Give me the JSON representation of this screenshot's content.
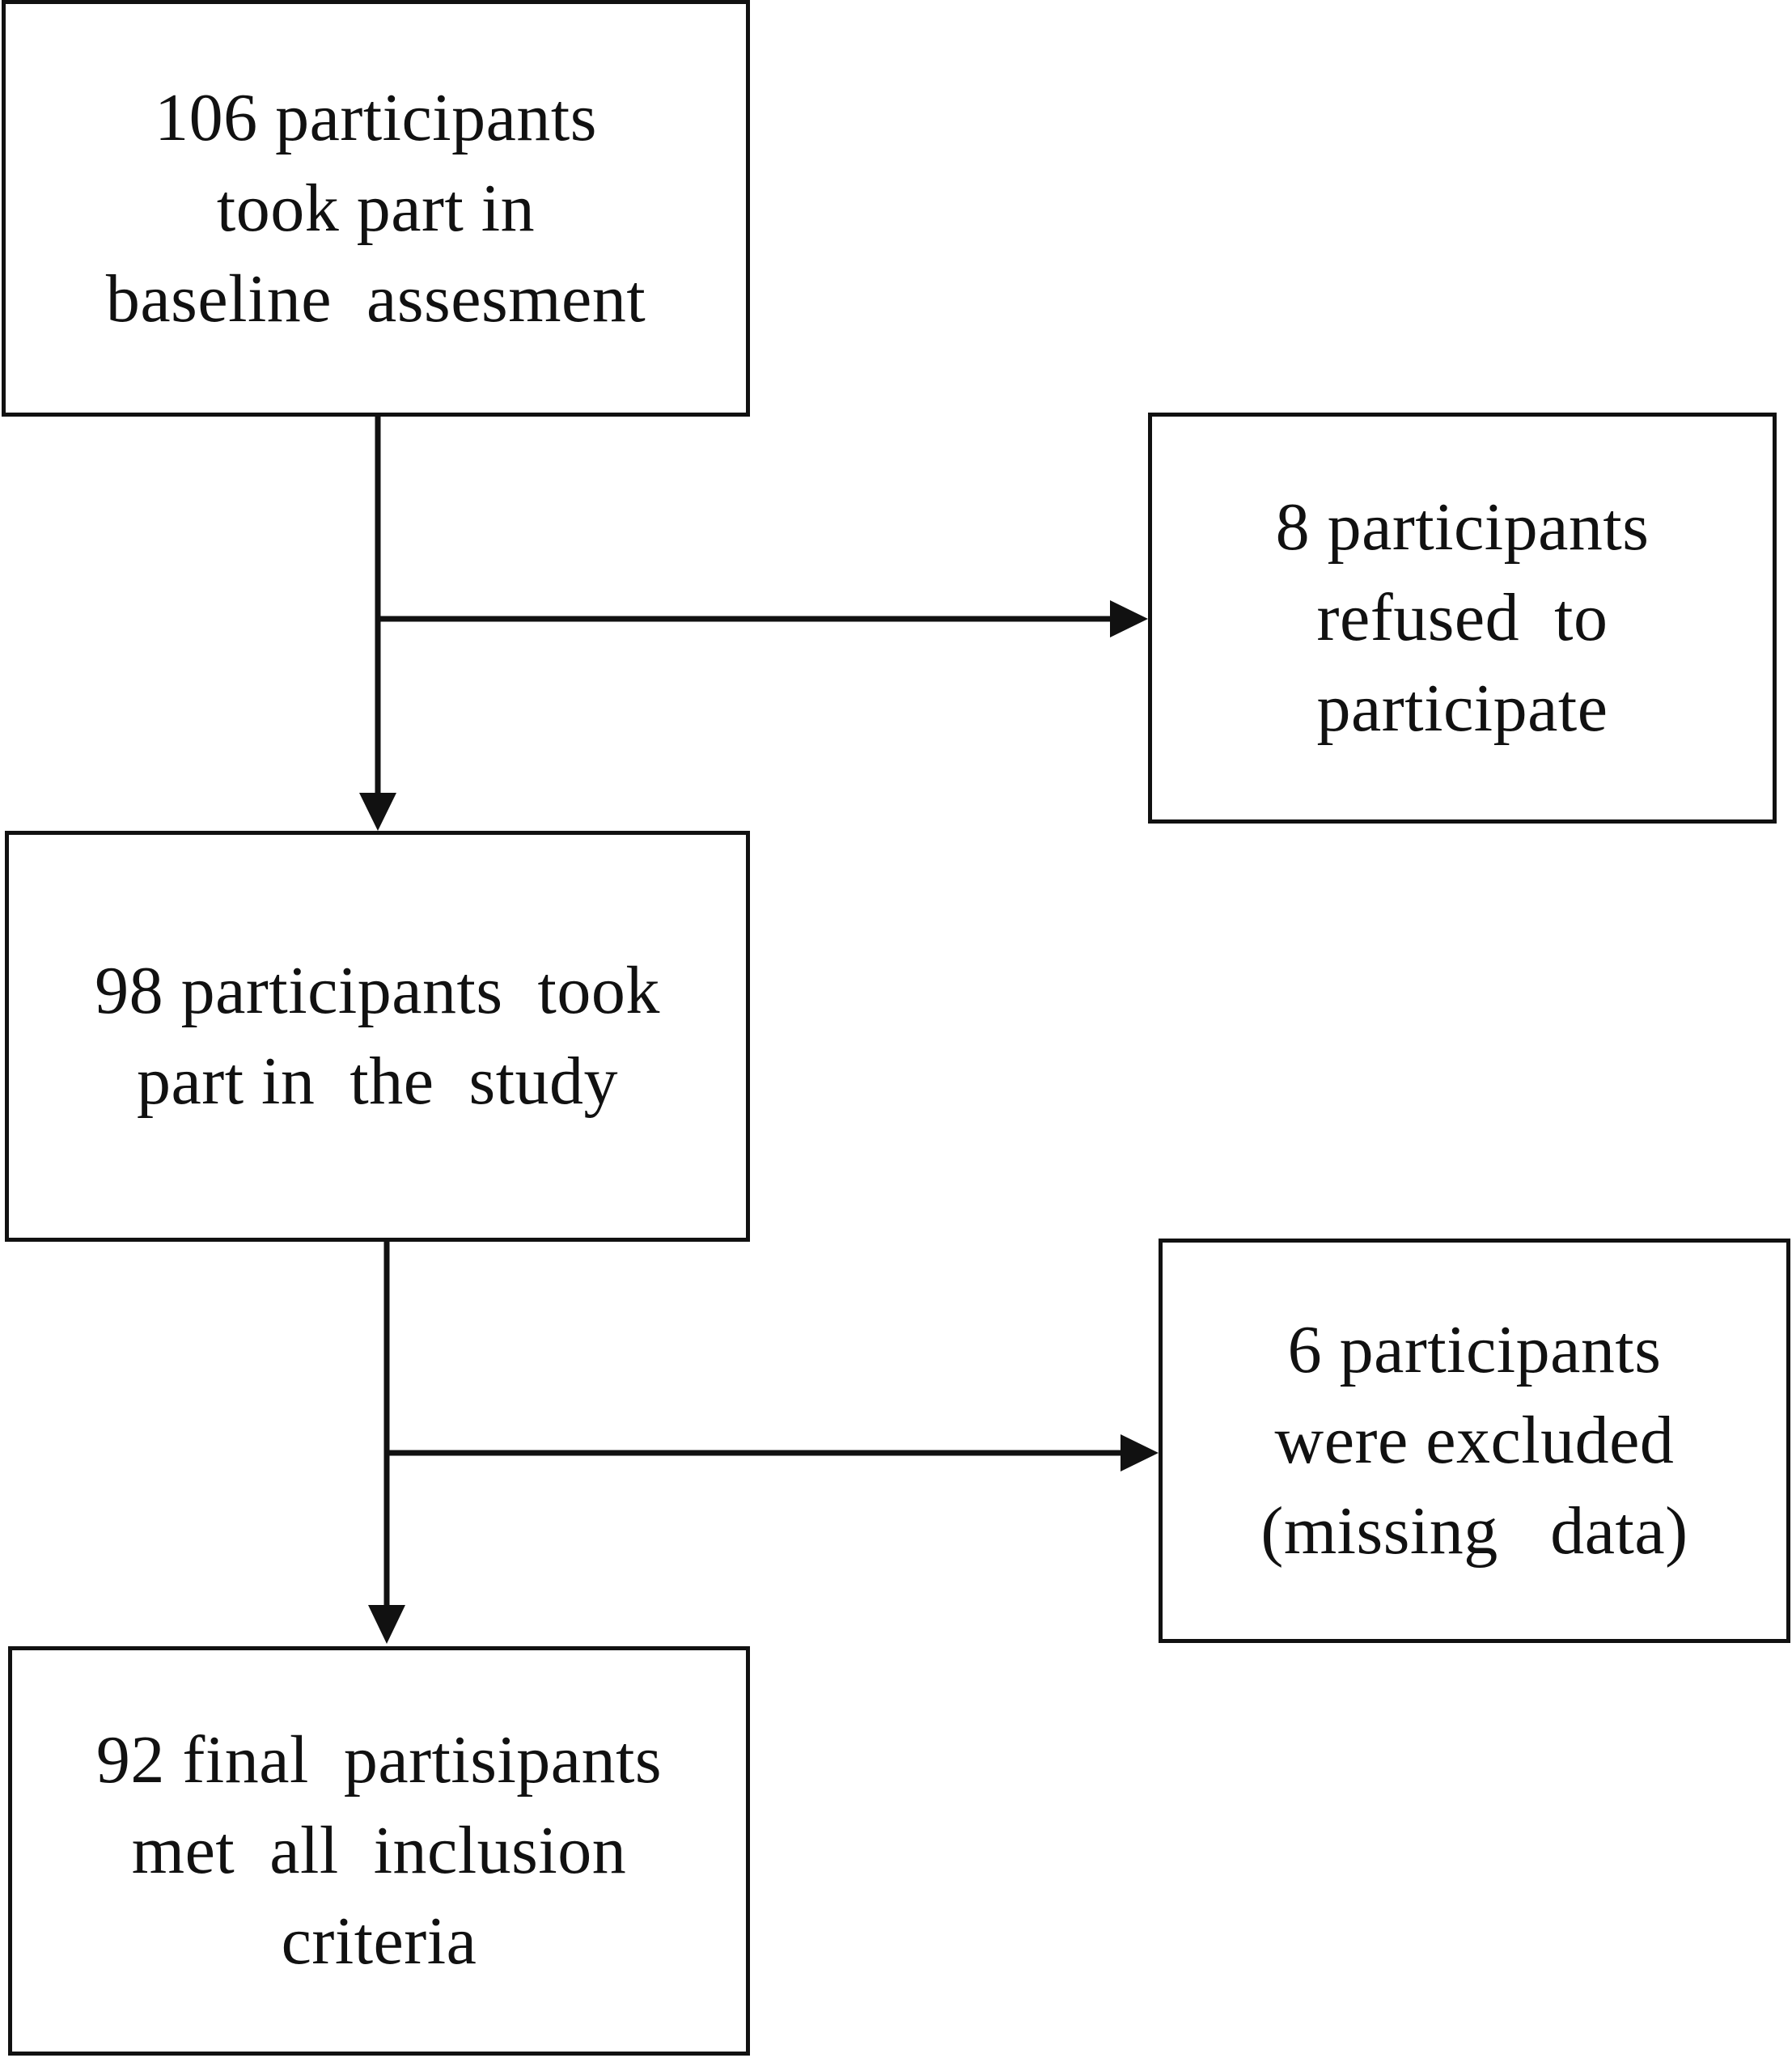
{
  "flowchart": {
    "boxes": [
      {
        "id": "baseline",
        "lines": [
          "106 participants",
          "took part in",
          "baseline  assesment"
        ]
      },
      {
        "id": "refused",
        "lines": [
          "8 participants",
          "refused  to",
          "participate"
        ]
      },
      {
        "id": "study",
        "lines": [
          "98 participants  took",
          "part in  the  study"
        ]
      },
      {
        "id": "excluded",
        "lines": [
          "6 participants",
          "were excluded",
          "(missing   data)"
        ]
      },
      {
        "id": "final",
        "lines": [
          "92 final  partisipants",
          "met  all  inclusion",
          "criteria"
        ]
      }
    ],
    "edges": [
      {
        "from": "baseline",
        "to": "study"
      },
      {
        "from": "baseline",
        "to": "refused"
      },
      {
        "from": "study",
        "to": "final"
      },
      {
        "from": "study",
        "to": "excluded"
      }
    ],
    "colors": {
      "stroke": "#111111",
      "background": "#ffffff",
      "text": "#111111"
    }
  }
}
